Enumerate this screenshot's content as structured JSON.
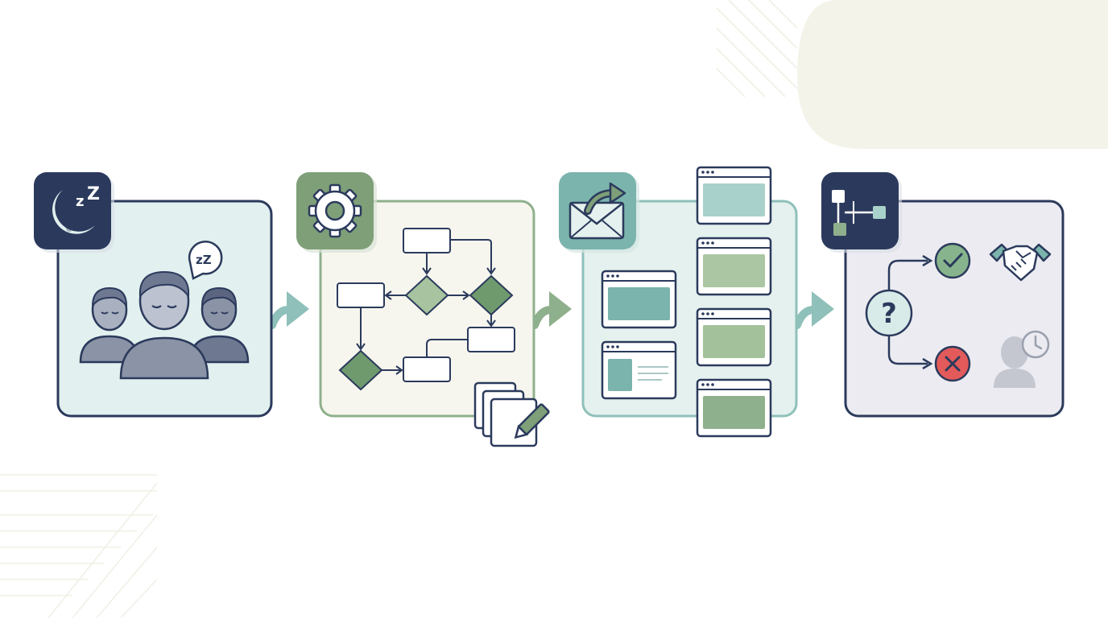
{
  "colors": {
    "background": "#ffffff",
    "navy": "#2b3a5c",
    "sage": "#7e9f78",
    "teal": "#7bb3ad",
    "panel_teal": "#e2f0ef",
    "panel_cream": "#f6f6ee",
    "panel_mint": "#e4f1ee",
    "panel_gray": "#ebebf1",
    "person_fill": "#8b93a6",
    "diamond_fill": "#6f9a6e",
    "success_green": "#87b48c",
    "error_red": "#e35a5a",
    "decor_cream": "#f4f3e9"
  },
  "stages": [
    {
      "id": "dormant-users",
      "badge_icon": "moon-zzz-icon",
      "scene_icon": "sleeping-users-icon"
    },
    {
      "id": "automated-workflow",
      "badge_icon": "gear-icon",
      "scene_icon": "flowchart-icon"
    },
    {
      "id": "email-campaign",
      "badge_icon": "envelope-forward-icon",
      "scene_icon": "email-templates-icon"
    },
    {
      "id": "outcome-decision",
      "badge_icon": "hierarchy-icon",
      "scene_icon": "decision-outcome-icon"
    }
  ],
  "labels": {
    "zzz_small": "z",
    "zzz_big": "Z",
    "bubble_zzz": "zZ",
    "question": "?"
  }
}
